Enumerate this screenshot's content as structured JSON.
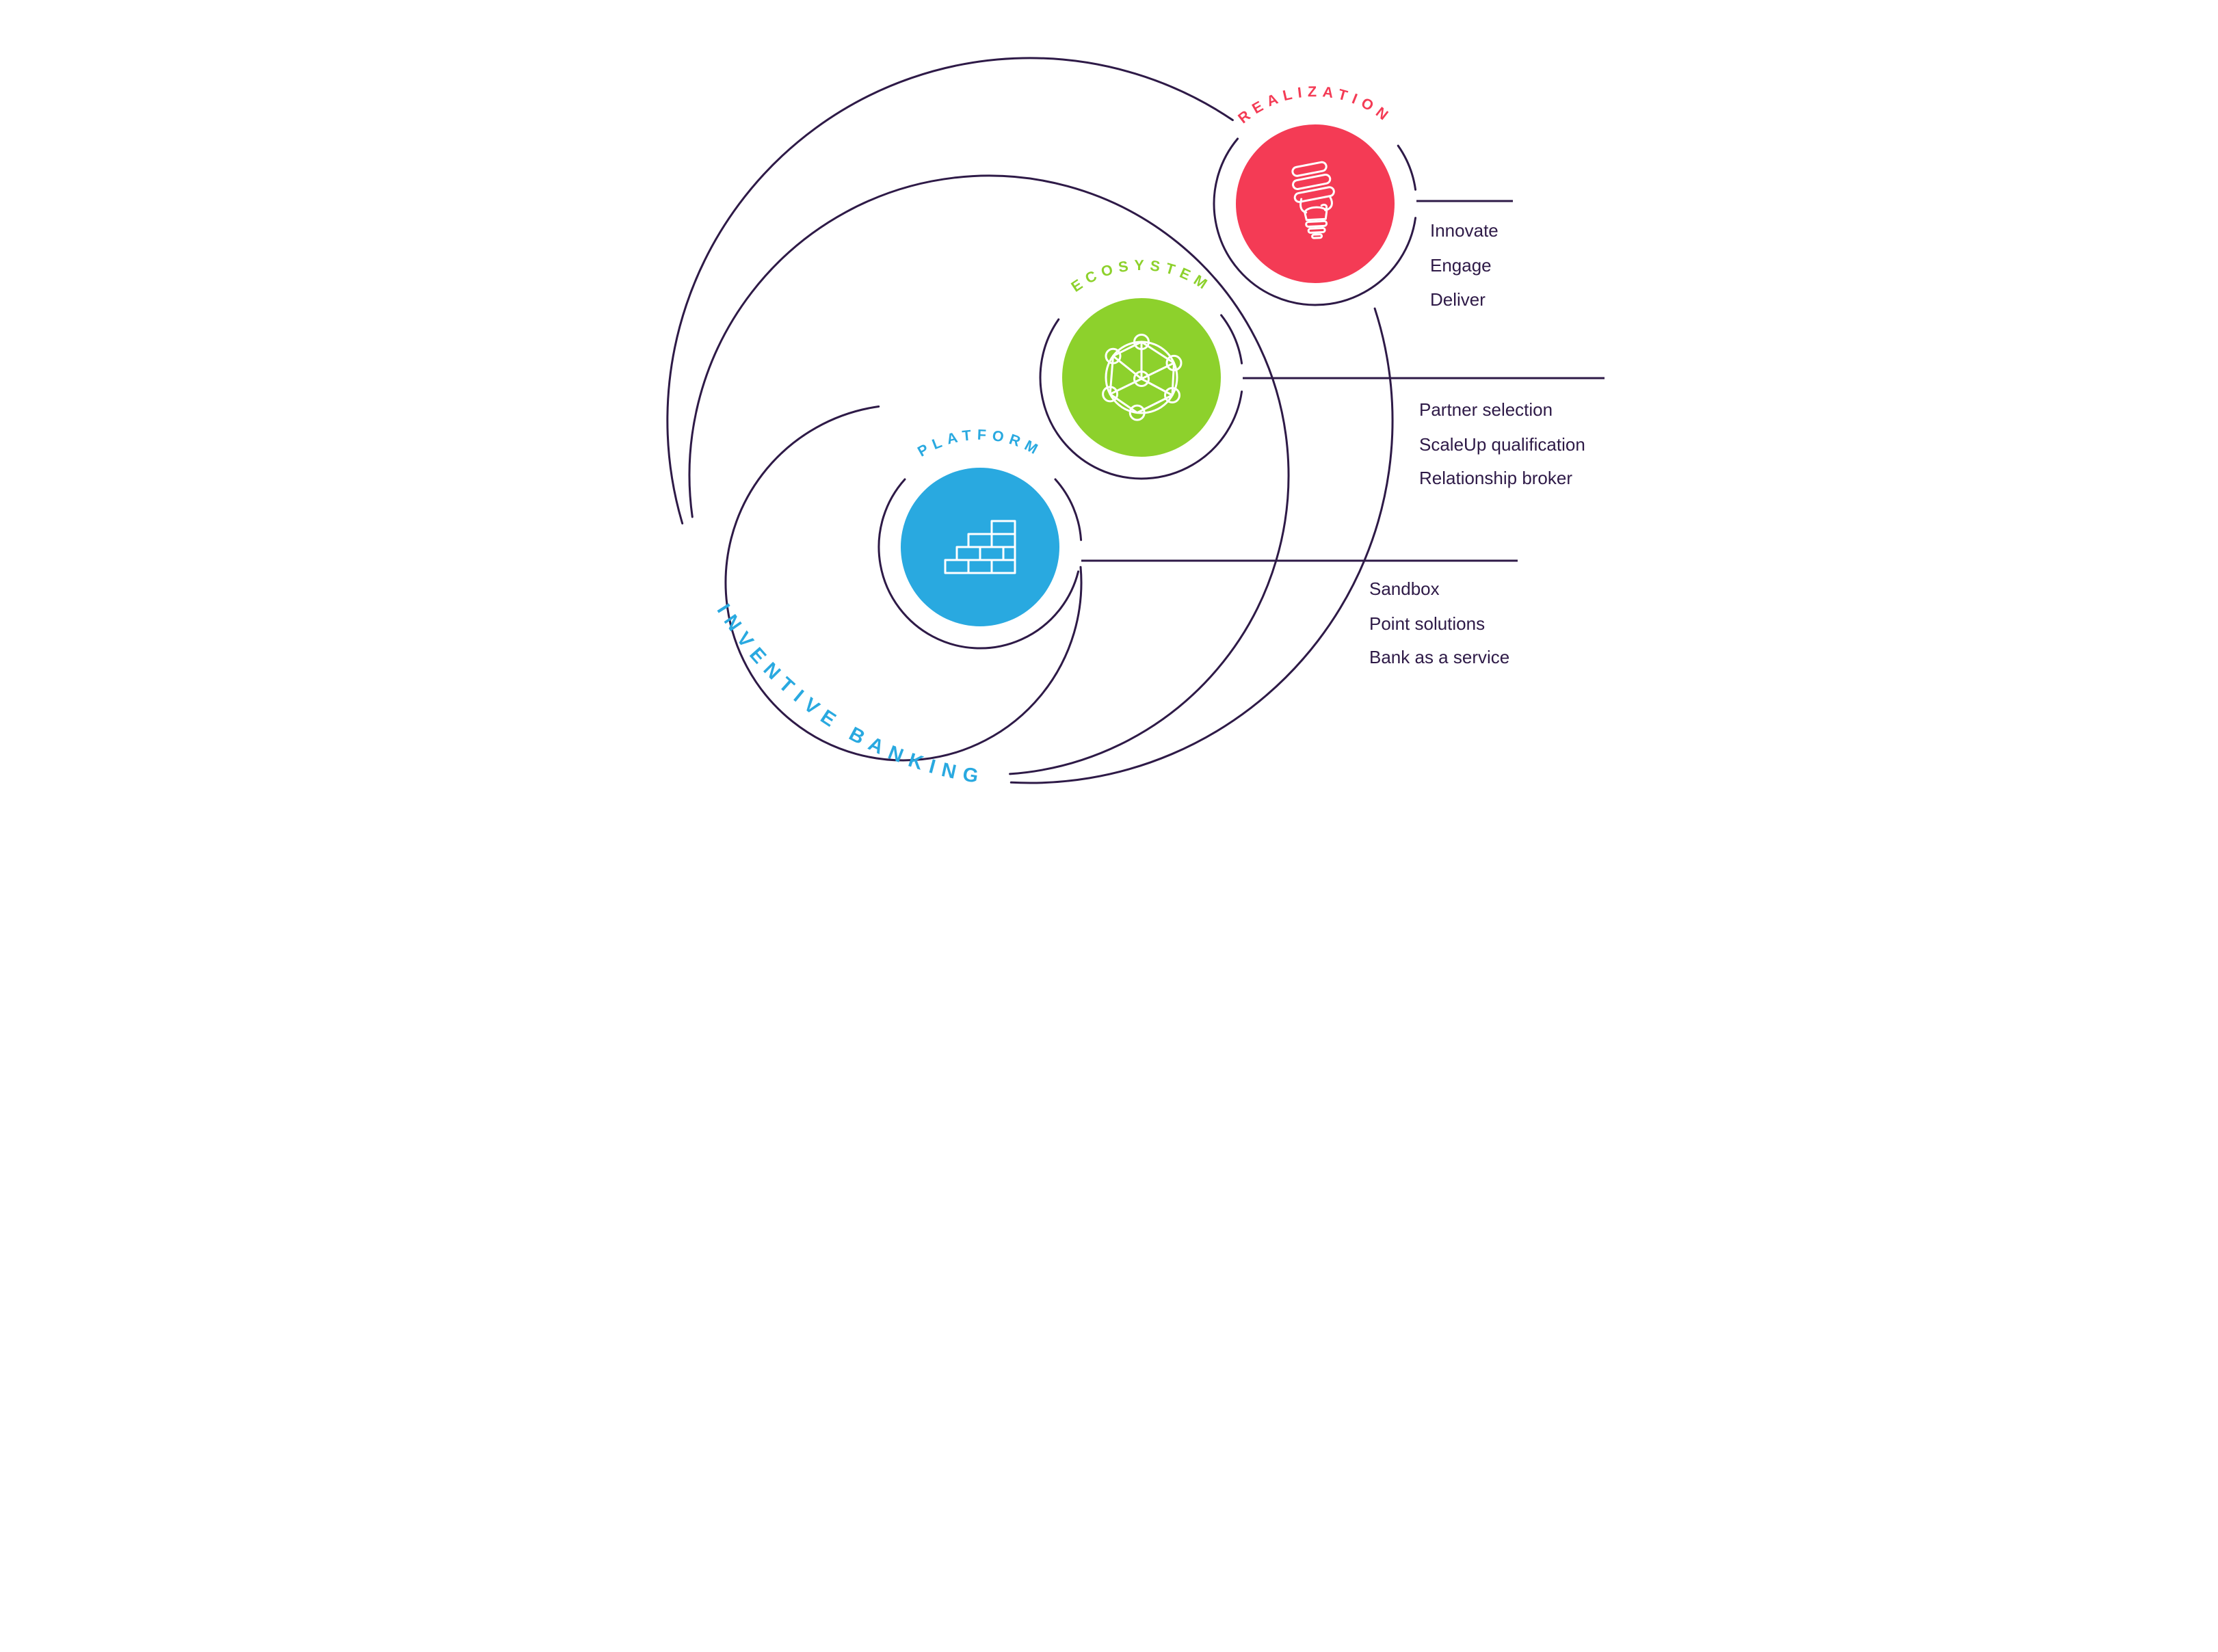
{
  "palette": {
    "dark": "#2E1A47",
    "red": "#F43B55",
    "green": "#8DD12C",
    "blue": "#29A9E0",
    "white": "#FFFFFF"
  },
  "outer_label": {
    "text": "INVENTIVE BANKING",
    "color": "#29A9E0"
  },
  "stages": [
    {
      "id": "platform",
      "label": "PLATFORM",
      "color": "#29A9E0",
      "icon": "bricks-icon",
      "items": [
        "Sandbox",
        "Point solutions",
        "Bank as a service"
      ]
    },
    {
      "id": "ecosystem",
      "label": "ECOSYSTEM",
      "color": "#8DD12C",
      "icon": "network-icon",
      "items": [
        "Partner selection",
        "ScaleUp qualification",
        "Relationship broker"
      ]
    },
    {
      "id": "realization",
      "label": "REALIZATION",
      "color": "#F43B55",
      "icon": "cfl-lightbulb-icon",
      "items": [
        "Innovate",
        "Engage",
        "Deliver"
      ]
    }
  ]
}
